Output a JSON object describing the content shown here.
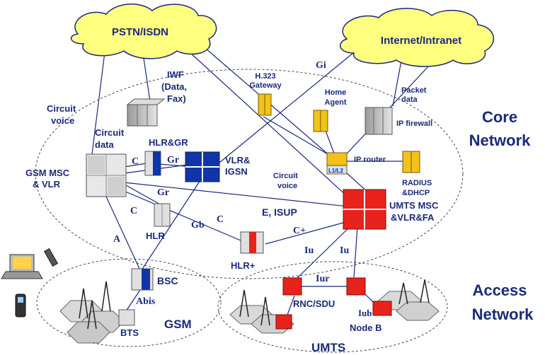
{
  "clouds": {
    "pstn": "PSTN/ISDN",
    "internet": "Internet/Intranet"
  },
  "sections": {
    "core_line1": "Core",
    "core_line2": "Network",
    "access_line1": "Access",
    "access_line2": "Network",
    "gsm": "GSM",
    "umts": "UMTS"
  },
  "nodes": {
    "gsm_msc_line1": "GSM MSC",
    "gsm_msc_line2": "& VLR",
    "hlr_gr": "HLR&GR",
    "vlr_igsn_line1": "VLR&",
    "vlr_igsn_line2": "IGSN",
    "hlr": "HLR",
    "hlr_plus": "HLR+",
    "umts_msc_line1": "UMTS MSC",
    "umts_msc_line2": "&VLR&FA",
    "h323_line1": "H.323",
    "h323_line2": "Gateway",
    "home_agent_line1": "Home",
    "home_agent_line2": "Agent",
    "packet_data_line1": "Packet",
    "packet_data_line2": "data",
    "ip_firewall": "IP firewall",
    "ip_router": "IP router",
    "l1l2": "L1/L2",
    "radius_line1": "RADIUS",
    "radius_line2": "&DHCP",
    "bsc": "BSC",
    "bts": "BTS",
    "rnc": "RNC/SDU",
    "node_b": "Node B"
  },
  "annotations": {
    "iwf_line1": "IWF",
    "iwf_line2": "(Data,",
    "iwf_line3": "Fax)",
    "circuit_voice_left_line1": "Circuit",
    "circuit_voice_left_line2": "voice",
    "circuit_data_line1": "Circuit",
    "circuit_data_line2": "data",
    "circuit_voice_mid_line1": "Circuit",
    "circuit_voice_mid_line2": "voice",
    "e_isup": "E, ISUP"
  },
  "interfaces": {
    "gi": "Gi",
    "c1": "C",
    "gr1": "Gr",
    "gr2": "Gr",
    "c2": "C",
    "c3": "C",
    "gb": "Gb",
    "a": "A",
    "c_plus": "C+",
    "iu1": "Iu",
    "iu2": "Iu",
    "iur": "Iur",
    "iub": "Iub",
    "abis": "Abis"
  },
  "colors": {
    "label": "#1a2a7a",
    "cloud": "#ffff80",
    "link": "#1a2a7a",
    "umts_red": "#e8231b",
    "gsm_blue": "#1035a8",
    "yellow_node": "#f3c21b",
    "grey_node": "#c8c8c8"
  }
}
